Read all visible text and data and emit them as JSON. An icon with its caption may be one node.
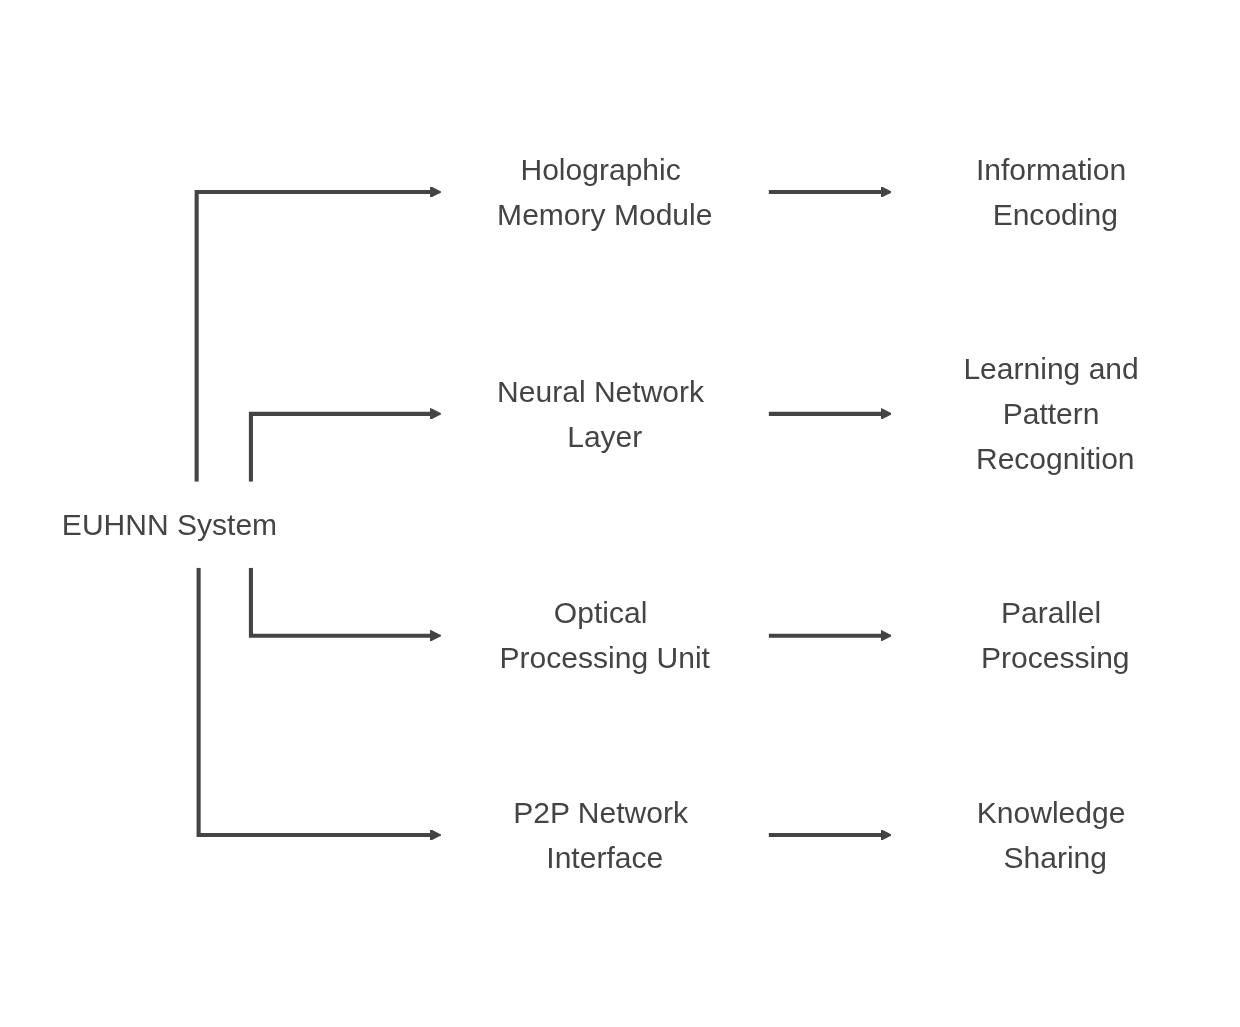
{
  "diagram": {
    "nodes": [
      {
        "text": [
          "EUHNN System"
        ]
      },
      {
        "text": [
          "Holographic Memory Module"
        ]
      },
      {
        "text": [
          "Information Encoding"
        ]
      },
      {
        "text": [
          "Neural Network Layer"
        ]
      },
      {
        "text": [
          "Learning and Pattern Recognition"
        ]
      },
      {
        "text": [
          "Optical Processing Unit"
        ]
      },
      {
        "text": [
          "Parallel Processing"
        ]
      },
      {
        "text": [
          "P2P Network Interface"
        ]
      },
      {
        "text": [
          "Knowledge Sharing"
        ]
      }
    ],
    "edges": [
      {
        "from": 0,
        "to": 1,
        "arrow": "to"
      },
      {
        "from": 0,
        "to": 3,
        "arrow": "to"
      },
      {
        "from": 0,
        "to": 5,
        "arrow": "to"
      },
      {
        "from": 0,
        "to": 7,
        "arrow": "to"
      },
      {
        "from": 1,
        "to": 2,
        "arrow": "to"
      },
      {
        "from": 3,
        "to": 4,
        "arrow": "to"
      },
      {
        "from": 5,
        "to": 6,
        "arrow": "to"
      },
      {
        "from": 7,
        "to": 8,
        "arrow": "to"
      }
    ]
  }
}
